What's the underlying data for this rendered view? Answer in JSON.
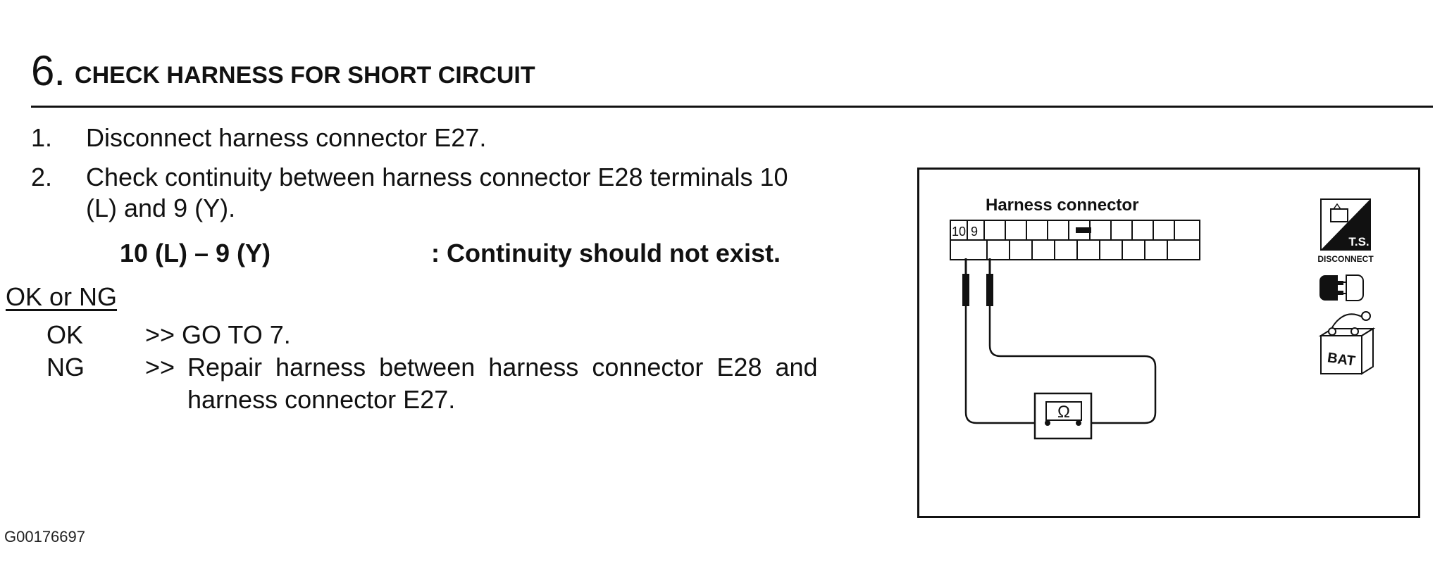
{
  "header": {
    "step_number": "6.",
    "title": "CHECK HARNESS FOR SHORT CIRCUIT"
  },
  "steps": [
    {
      "num": "1.",
      "lines": [
        "Disconnect harness connector E27."
      ]
    },
    {
      "num": "2.",
      "lines": [
        "Check continuity between harness connector E28 terminals 10",
        "(L) and 9 (Y)."
      ]
    }
  ],
  "spec": {
    "terminals": "10 (L) – 9 (Y)",
    "result": ": Continuity should not exist."
  },
  "ok_ng": {
    "heading": "OK or NG",
    "ok_label": "OK",
    "ok_text": ">> GO TO 7.",
    "ng_label": "NG",
    "ng_prefix": ">>",
    "ng_line1": "Repair harness between harness connector E28 and",
    "ng_line2": "harness connector E27."
  },
  "figure": {
    "connector_label": "Harness connector",
    "terminal_a": "10",
    "terminal_b": "9",
    "meter_symbol": "Ω",
    "ts_label": "T.S.",
    "disconnect_label": "DISCONNECT",
    "battery_label": "BAT"
  },
  "image_code": "G00176697"
}
